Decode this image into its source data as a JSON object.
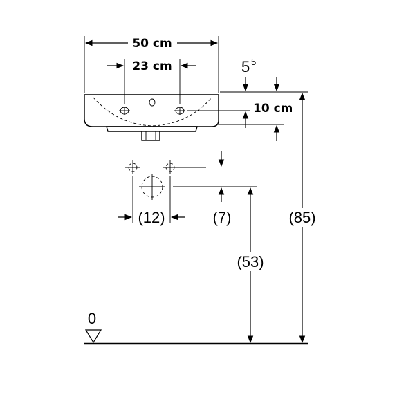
{
  "dimensions": {
    "basin_width": "50 cm",
    "tap_hole_spacing": "23 cm",
    "top_thickness_base": "5",
    "top_thickness_sup": "5",
    "rim_to_tap_height": "10 cm",
    "supply_spacing": "(12)",
    "supply_to_waste": "(7)",
    "waste_height": "(53)",
    "rim_height": "(85)",
    "floor_level": "0"
  }
}
